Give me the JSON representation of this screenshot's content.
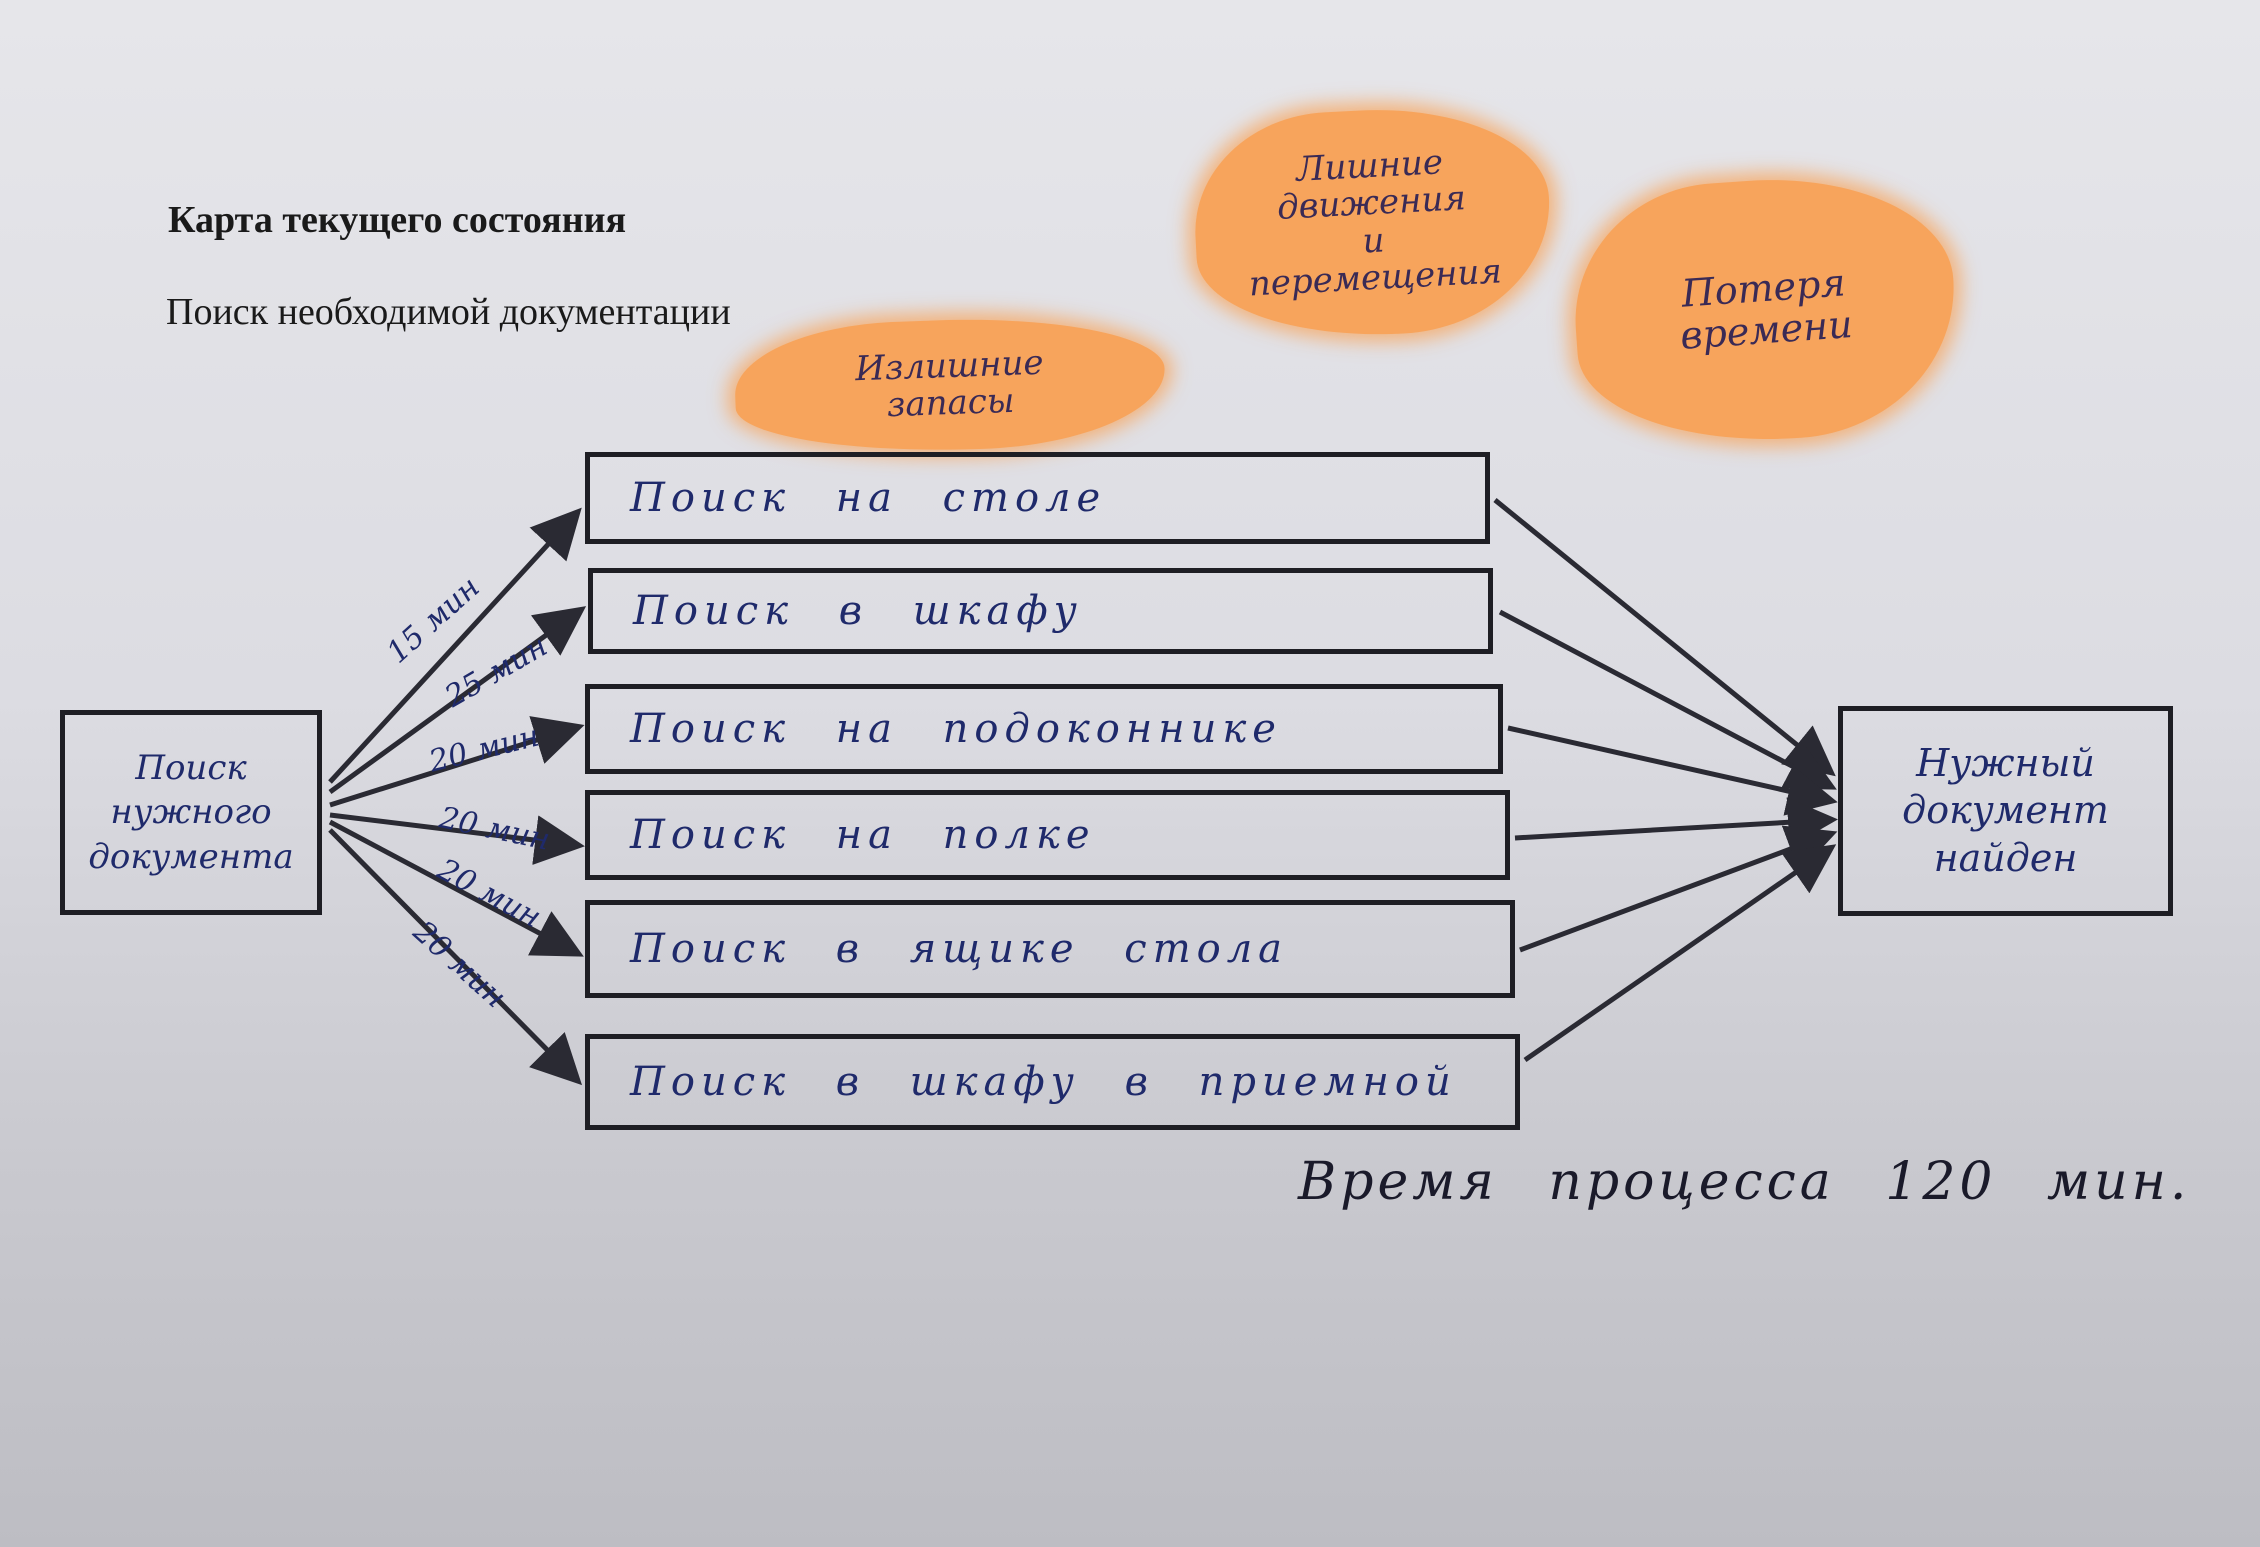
{
  "header": {
    "title": "Карта текущего состояния",
    "subtitle": "Поиск необходимой документации"
  },
  "notes": {
    "stock": [
      "Излишние",
      "запасы"
    ],
    "moves": [
      "Лишние",
      "движения",
      "и",
      "перемещения"
    ],
    "time": [
      "Потеря",
      "времени"
    ],
    "color": "#f7a45c"
  },
  "start": {
    "lines": [
      "Поиск",
      "нужного",
      "документа"
    ]
  },
  "end": {
    "lines": [
      "Нужный",
      "документ",
      "найден"
    ]
  },
  "steps": [
    {
      "label": "Поиск на столе",
      "duration": "15 мин"
    },
    {
      "label": "Поиск в шкафу",
      "duration": "25 мин"
    },
    {
      "label": "Поиск на подоконнике",
      "duration": "20 мин"
    },
    {
      "label": "Поиск на полке",
      "duration": "20 мин"
    },
    {
      "label": "Поиск в ящике стола",
      "duration": "20 мин"
    },
    {
      "label": "Поиск в шкафу в приемной",
      "duration": "20 мин"
    }
  ],
  "total": "Время процесса 120 мин.",
  "colors": {
    "ink": "#1f2a6b",
    "line": "#2a2a33"
  }
}
